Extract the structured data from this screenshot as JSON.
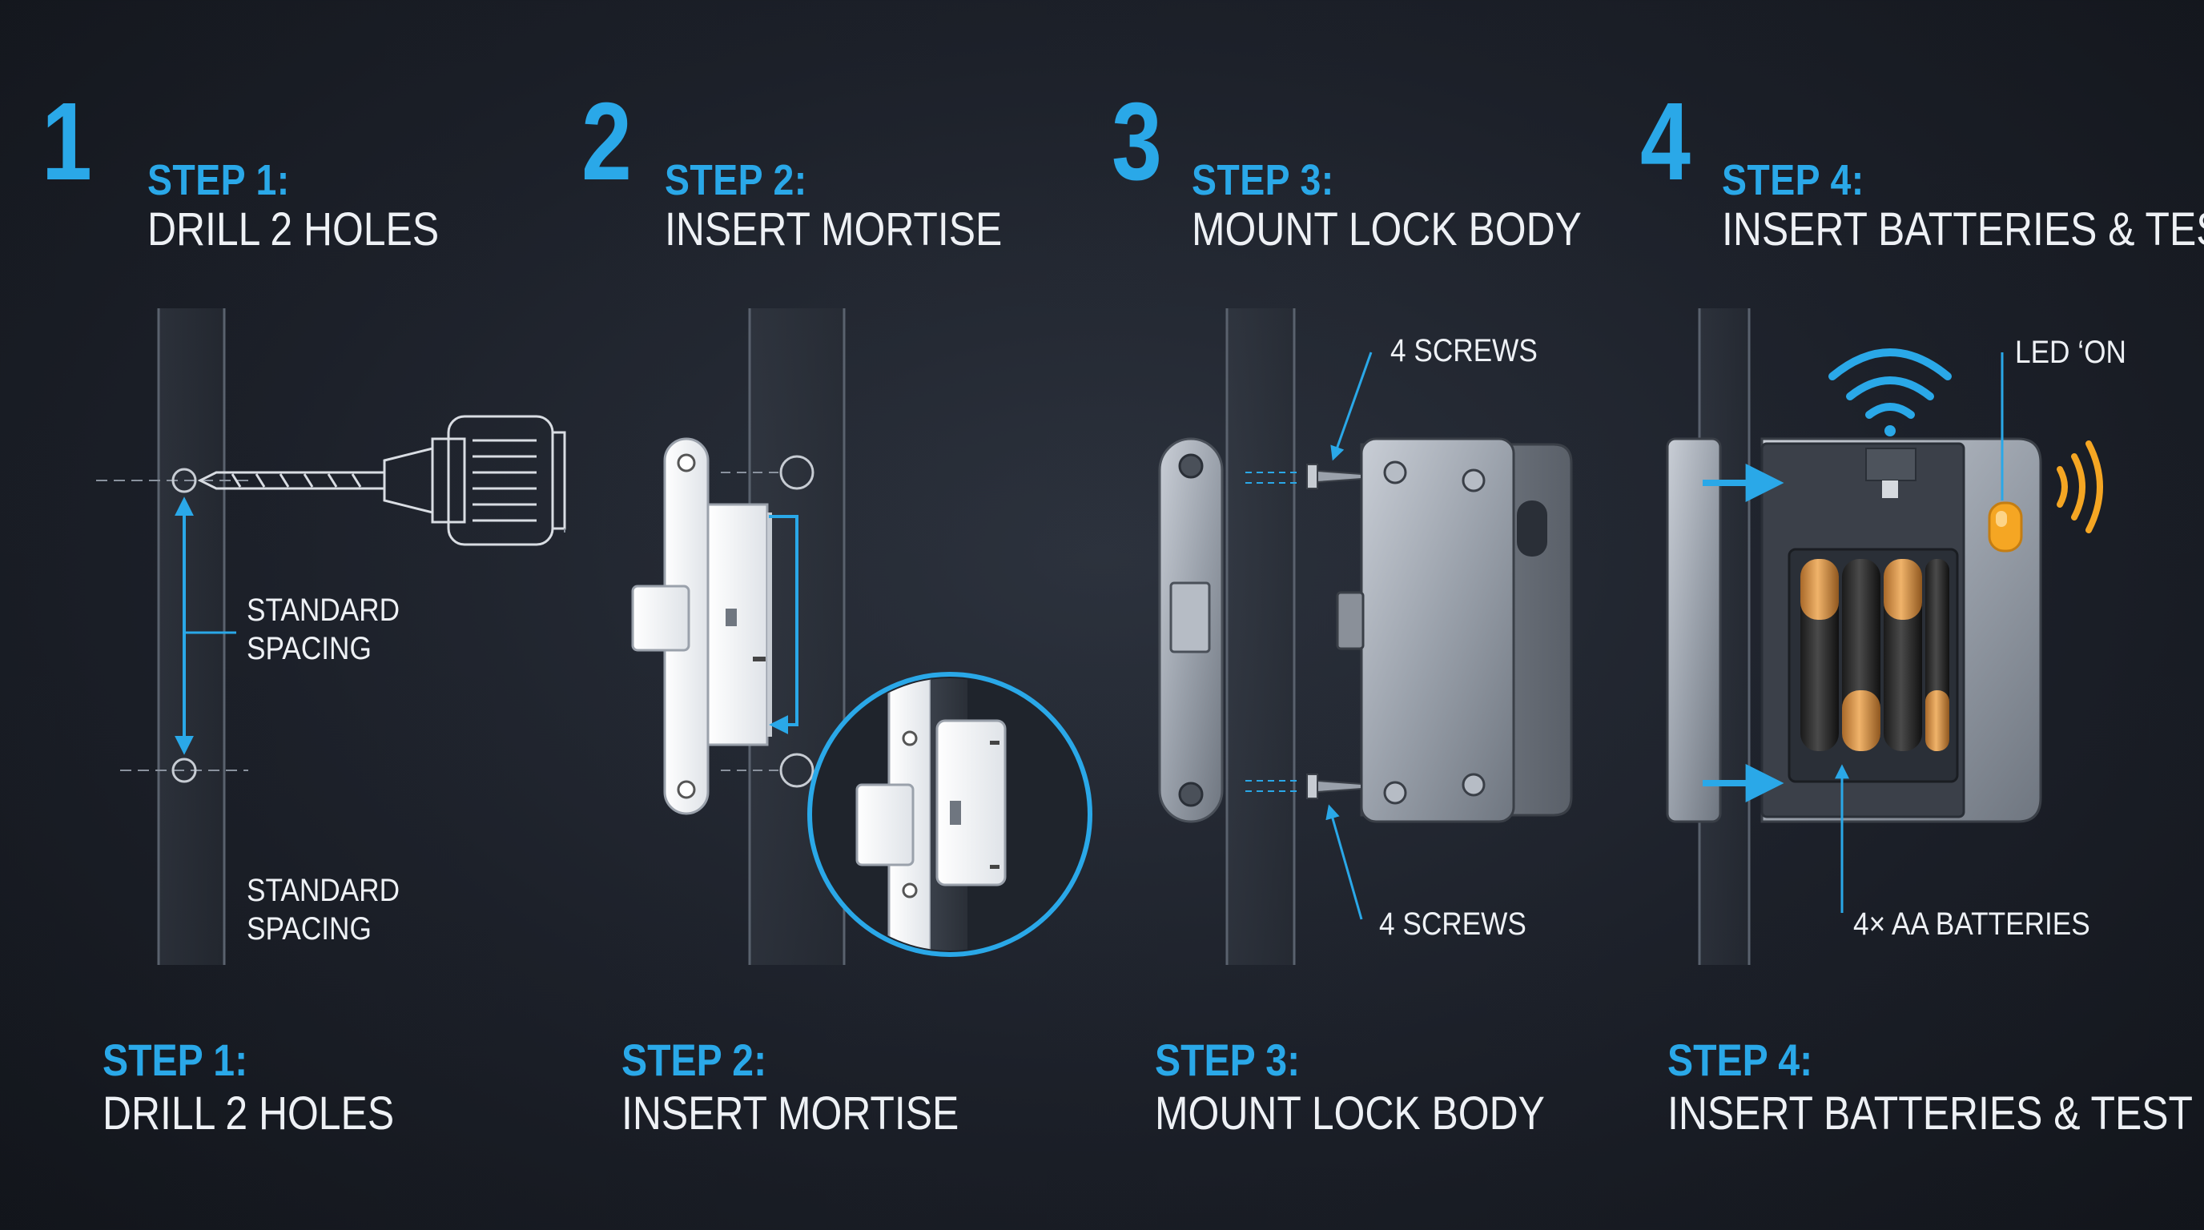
{
  "steps": [
    {
      "number": "1",
      "label": "STEP 1:",
      "title": "DRILL 2 HOLES"
    },
    {
      "number": "2",
      "label": "STEP 2:",
      "title": "INSERT MORTISE"
    },
    {
      "number": "3",
      "label": "STEP 3:",
      "title": "MOUNT LOCK BODY"
    },
    {
      "number": "4",
      "label": "STEP 4:",
      "title": "INSERT BATTERIES & TEST"
    }
  ],
  "callouts": {
    "standard_spacing_1": [
      "STANDARD",
      "SPACING"
    ],
    "standard_spacing_2": [
      "STANDARD",
      "SPACING"
    ],
    "screws_top": "4 SCREWS",
    "screws_bottom": "4 SCREWS",
    "led": "LED ‘ON",
    "batteries": "4× AA BATTERIES"
  },
  "colors": {
    "accent_blue": "#2aa8e8",
    "led_amber": "#f5a623",
    "battery_gold": "#d9933a"
  },
  "icons": [
    "drill-icon",
    "mortise-lock-icon",
    "lock-body-icon",
    "battery-pack-icon",
    "wifi-icon",
    "sound-waves-icon"
  ]
}
